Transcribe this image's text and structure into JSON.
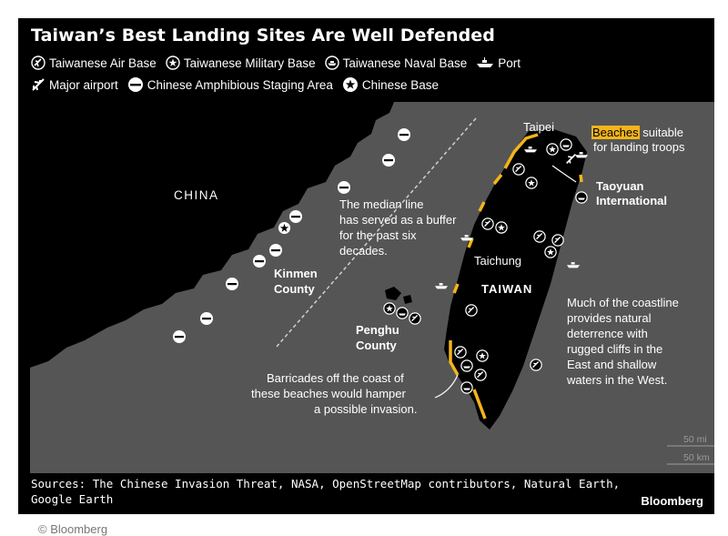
{
  "title": "Taiwan’s Best Landing Sites Are Well Defended",
  "legend": [
    {
      "icon": "plane-circle-icon",
      "label": "Taiwanese Air Base"
    },
    {
      "icon": "star-circle-icon",
      "label": "Taiwanese Military Base"
    },
    {
      "icon": "ship-circle-icon",
      "label": "Taiwanese Naval Base"
    },
    {
      "icon": "ship-icon",
      "label": "Port"
    },
    {
      "icon": "plane-icon",
      "label": "Major airport"
    },
    {
      "icon": "half-circle-icon",
      "label": "Chinese Amphibious Staging Area"
    },
    {
      "icon": "star-circle-white-icon",
      "label": "Chinese Base"
    }
  ],
  "map": {
    "places": {
      "china": "CHINA",
      "taiwan": "TAIWAN",
      "taipei": "Taipei",
      "taichung": "Taichung",
      "kinmen_line1": "Kinmen",
      "kinmen_line2": "County",
      "penghu_line1": "Penghu",
      "penghu_line2": "County",
      "taoyuan_line1": "Taoyuan",
      "taoyuan_line2": "International"
    },
    "annotations": {
      "beaches_highlight": "Beaches",
      "beaches_rest": "suitable",
      "beaches_line2": "for landing troops",
      "median_line1": "The median line",
      "median_line2": "has served as a buffer",
      "median_line3": "for the past six",
      "median_line4": "decades.",
      "barricade_line1": "Barricades off the coast of",
      "barricade_line2": "these beaches would hamper",
      "barricade_line3": "a possible invasion.",
      "coast_line1": "Much of the coastline",
      "coast_line2": "provides natural",
      "coast_line3": "deterrence with",
      "coast_line4": "rugged cliffs in the",
      "coast_line5": "East and shallow",
      "coast_line6": "waters in the West."
    },
    "scale": {
      "miles": "50 mi",
      "km": "50 km"
    }
  },
  "colors": {
    "land": "#000000",
    "water": "#555555",
    "beach": "#f3b51b",
    "text": "#ffffff"
  },
  "sources_line1": "Sources: The Chinese Invasion Threat, NASA, OpenStreetMap contributors, Natural Earth,",
  "sources_line2": "Google Earth",
  "brand": "Bloomberg",
  "caption": "© Bloomberg"
}
